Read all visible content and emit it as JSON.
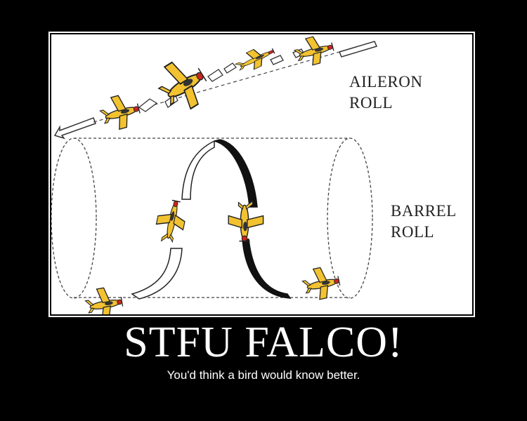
{
  "poster": {
    "title": "STFU FALCO!",
    "subtitle": "You'd think a bird would know better."
  },
  "diagram": {
    "aileron_label_line1": "AILERON",
    "aileron_label_line2": "ROLL",
    "barrel_label_line1": "BARREL",
    "barrel_label_line2": "ROLL"
  },
  "colors": {
    "background": "#000000",
    "panel": "#ffffff",
    "plane_body": "#f2c230",
    "plane_accent": "#c8261c",
    "ink": "#111111"
  }
}
